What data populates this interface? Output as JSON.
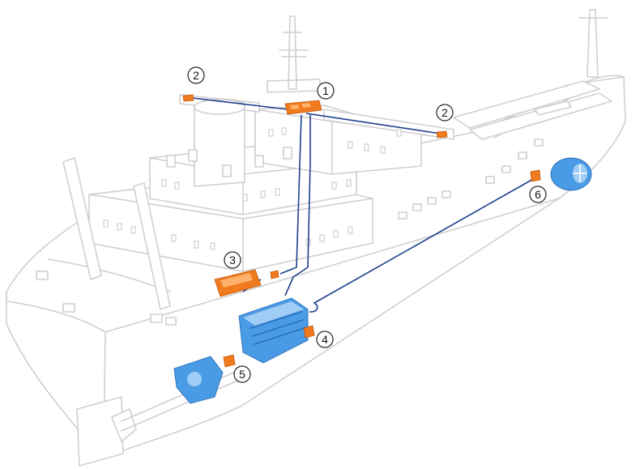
{
  "callouts": [
    {
      "label": "1"
    },
    {
      "label": "2"
    },
    {
      "label": "2"
    },
    {
      "label": "3"
    },
    {
      "label": "4"
    },
    {
      "label": "5"
    },
    {
      "label": "6"
    }
  ],
  "colors": {
    "component": "#f07a1e",
    "engine": "#4a9be6",
    "cable": "#1d3f8c",
    "ship_outline": "#cfcfcf"
  }
}
